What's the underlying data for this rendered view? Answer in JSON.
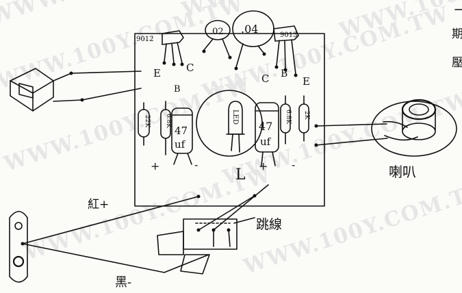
{
  "watermark": "WWW.100Y.COM.TW",
  "header_text": [
    "期",
    "壓"
  ],
  "transistors": {
    "left_model": "9012",
    "right_model": "9013",
    "left_pins": {
      "e": "E",
      "b": "B",
      "c": "C"
    },
    "right_pins": {
      "c": "C",
      "b": "B",
      "e": "E"
    }
  },
  "capacitors": {
    "small_left": ".02",
    "small_right": ".04",
    "electrolytic_left": {
      "value": "47",
      "unit": "uf",
      "plus": "+",
      "minus": "-"
    },
    "electrolytic_right": {
      "value": "47",
      "unit": "uf",
      "plus": "+",
      "minus": "-"
    }
  },
  "resistors": {
    "r1": "22K",
    "r2": "6.8K",
    "r3": "6.8K",
    "r4": "2K"
  },
  "led_label": "LED",
  "coil_label": "L",
  "speaker_label": "喇叭",
  "jumper_label": "跳線",
  "red_wire_label": "紅+",
  "black_wire_label": "黑-"
}
